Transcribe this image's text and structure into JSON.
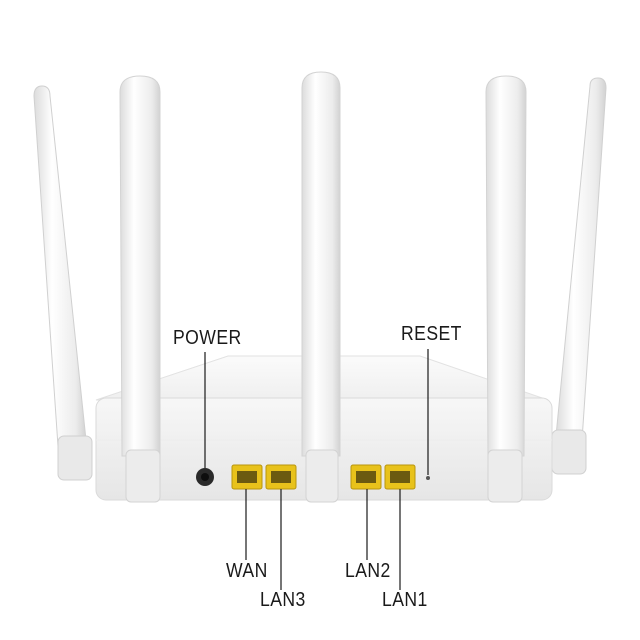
{
  "labels": {
    "power": "POWER",
    "reset": "RESET",
    "wan": "WAN",
    "lan3": "LAN3",
    "lan2": "LAN2",
    "lan1": "LAN1"
  },
  "colors": {
    "background": "#ffffff",
    "body": "#f1f1f1",
    "port": "#e8c21b",
    "leader_line": "#1a1a1a"
  }
}
